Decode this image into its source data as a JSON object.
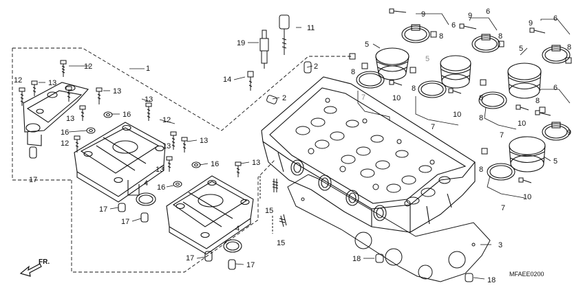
{
  "ref_code": "MFAEE0200",
  "direction_label": "FR.",
  "callouts": [
    {
      "id": "c1",
      "text": "1"
    },
    {
      "id": "c2a",
      "text": "2"
    },
    {
      "id": "c2b",
      "text": "2"
    },
    {
      "id": "c3",
      "text": "3"
    },
    {
      "id": "c4a",
      "text": "4"
    },
    {
      "id": "c4b",
      "text": "4"
    },
    {
      "id": "c5a",
      "text": "5"
    },
    {
      "id": "c5b",
      "text": "5",
      "muted": true
    },
    {
      "id": "c5c",
      "text": "5"
    },
    {
      "id": "c5d",
      "text": "5"
    },
    {
      "id": "c6a",
      "text": "6"
    },
    {
      "id": "c6b",
      "text": "6"
    },
    {
      "id": "c6c",
      "text": "6"
    },
    {
      "id": "c6d",
      "text": "6"
    },
    {
      "id": "c7a",
      "text": "7",
      "muted": true
    },
    {
      "id": "c7b",
      "text": "7"
    },
    {
      "id": "c7c",
      "text": "7"
    },
    {
      "id": "c7d",
      "text": "7"
    },
    {
      "id": "c8a",
      "text": "8"
    },
    {
      "id": "c8b",
      "text": "8"
    },
    {
      "id": "c8c",
      "text": "8"
    },
    {
      "id": "c8d",
      "text": "8"
    },
    {
      "id": "c8e",
      "text": "8"
    },
    {
      "id": "c8f",
      "text": "8"
    },
    {
      "id": "c8g",
      "text": "8"
    },
    {
      "id": "c8h",
      "text": "8"
    },
    {
      "id": "c8i",
      "text": "8"
    },
    {
      "id": "c9a",
      "text": "9"
    },
    {
      "id": "c9b",
      "text": "9"
    },
    {
      "id": "c9c",
      "text": "9"
    },
    {
      "id": "c9d",
      "text": "9"
    },
    {
      "id": "c10a",
      "text": "10"
    },
    {
      "id": "c10b",
      "text": "10"
    },
    {
      "id": "c10c",
      "text": "10"
    },
    {
      "id": "c10d",
      "text": "10"
    },
    {
      "id": "c11",
      "text": "11"
    },
    {
      "id": "c12a",
      "text": "12"
    },
    {
      "id": "c12b",
      "text": "12"
    },
    {
      "id": "c12c",
      "text": "12"
    },
    {
      "id": "c12d",
      "text": "12"
    },
    {
      "id": "c13a",
      "text": "13"
    },
    {
      "id": "c13b",
      "text": "13"
    },
    {
      "id": "c13c",
      "text": "13"
    },
    {
      "id": "c13d",
      "text": "13"
    },
    {
      "id": "c13e",
      "text": "13"
    },
    {
      "id": "c13f",
      "text": "13"
    },
    {
      "id": "c13g",
      "text": "13"
    },
    {
      "id": "c13h",
      "text": "13"
    },
    {
      "id": "c14",
      "text": "14"
    },
    {
      "id": "c15a",
      "text": "15"
    },
    {
      "id": "c15b",
      "text": "15"
    },
    {
      "id": "c16a",
      "text": "16"
    },
    {
      "id": "c16b",
      "text": "16"
    },
    {
      "id": "c16c",
      "text": "16"
    },
    {
      "id": "c16d",
      "text": "16"
    },
    {
      "id": "c17a",
      "text": "17"
    },
    {
      "id": "c17b",
      "text": "17"
    },
    {
      "id": "c17c",
      "text": "17"
    },
    {
      "id": "c17d",
      "text": "17"
    },
    {
      "id": "c17e",
      "text": "17"
    },
    {
      "id": "c18a",
      "text": "18"
    },
    {
      "id": "c18b",
      "text": "18"
    },
    {
      "id": "c19",
      "text": "19"
    }
  ],
  "colors": {
    "line": "#111111",
    "muted_label": "#8a8a8a",
    "background": "#ffffff"
  }
}
